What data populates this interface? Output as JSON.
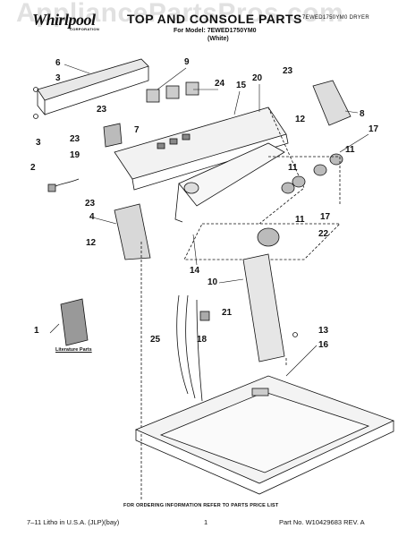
{
  "watermark": "AppliancePartsPros.com",
  "header": {
    "brand": "Whirlpool",
    "brand_sub": "CORPORATION",
    "title": "TOP AND CONSOLE PARTS",
    "model": "For Model: 7EWED1750YM0",
    "color": "(White)",
    "product": "7EWED1750YM0 DRYER"
  },
  "diagram": {
    "callouts": [
      "6",
      "3",
      "3",
      "9",
      "7",
      "24",
      "15",
      "20",
      "23",
      "8",
      "12",
      "11",
      "17",
      "23",
      "23",
      "19",
      "2",
      "23",
      "4",
      "12",
      "14",
      "11",
      "11",
      "17",
      "22",
      "10",
      "21",
      "1",
      "18",
      "25",
      "13",
      "16"
    ]
  },
  "literature_label": "Literature Parts",
  "ordering_note": "FOR ORDERING INFORMATION REFER TO PARTS PRICE LIST",
  "footer": {
    "left": "7–11 Litho in U.S.A. (JLP)(bay)",
    "page": "1",
    "right": "Part No. W10429683 REV. A"
  }
}
